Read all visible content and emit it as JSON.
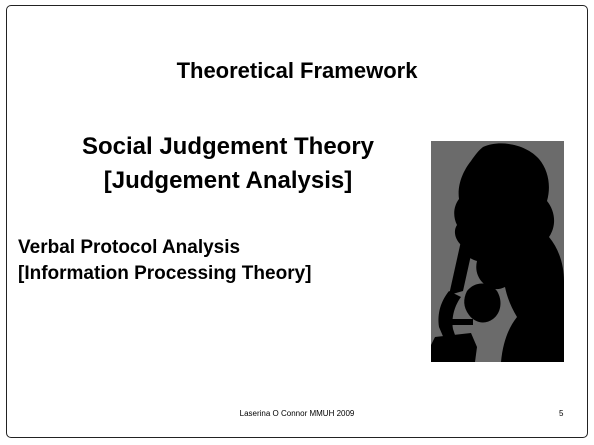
{
  "slide": {
    "title": "Theoretical Framework",
    "heading_line1": "Social Judgement Theory",
    "heading_line2": "[Judgement Analysis]",
    "subheading_line1": "Verbal Protocol Analysis",
    "subheading_line2": "[Information Processing Theory]",
    "footer": "Laserina O Connor MMUH 2009",
    "page_number": "5"
  },
  "image": {
    "subject": "microscope-silhouette",
    "background_color": "#6b6b6b",
    "silhouette_color": "#000000"
  }
}
